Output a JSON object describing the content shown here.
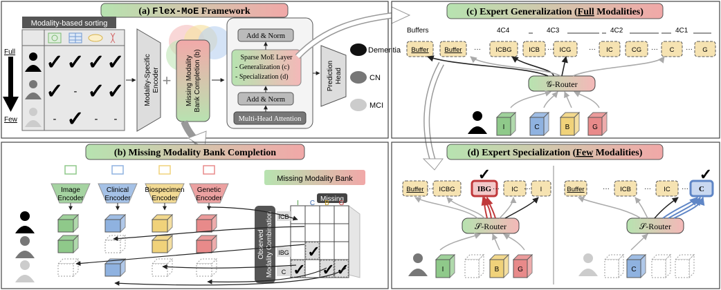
{
  "panel_a": {
    "title_prefix": "(a) ",
    "title_mono": "Flex-MoE",
    "title_suffix": " Framework",
    "sorting_label": "Modality-based sorting",
    "full_label": "Full",
    "few_label": "Few",
    "rows": [
      [
        "✓",
        "✓",
        "✓",
        "✓"
      ],
      [
        "✓",
        "-",
        "✓",
        "✓"
      ],
      [
        "-",
        "✓",
        "-",
        "-"
      ]
    ],
    "encoder_label_1": "Modality-Specific",
    "encoder_label_2": "Encoder",
    "mmbc_label_1": "Missing Modality",
    "mmbc_label_2": "Bank Completion (b)",
    "add_norm_top": "Add & Norm",
    "sparse_line1": "Sparse MoE  Layer",
    "sparse_line2": "- Generalization (c)",
    "sparse_line3": "- Specialization (d)",
    "add_norm_bottom": "Add & Norm",
    "mha": "Multi-Head Attention",
    "pred_1": "Prediction",
    "pred_2": "Head",
    "out_dementia": "Dementia",
    "out_cn": "CN",
    "out_mci": "MCI"
  },
  "panel_b": {
    "title": "(b) Missing Modality Bank Completion",
    "encoders": [
      {
        "l1": "Image",
        "l2": "Encoder",
        "color": "#8fc98a"
      },
      {
        "l1": "Clinical",
        "l2": "Encoder",
        "color": "#8fb2e0"
      },
      {
        "l1": "Biospecimen",
        "l2": "Encoder",
        "color": "#f0d27a"
      },
      {
        "l1": "Genetic",
        "l2": "Encoder",
        "color": "#e88a8a"
      }
    ],
    "bank_label": "Missing Modality Bank",
    "missing_label": "Missing",
    "cols": [
      "I",
      "C",
      "B",
      "G"
    ],
    "row_labels": [
      "ICB",
      "IBG",
      "C"
    ],
    "observed_1": "Observed",
    "observed_2": "Modality Combination"
  },
  "panel_c": {
    "title_pre": "(c) Expert Generalization (",
    "title_u": "Full",
    "title_post": " Modalities)",
    "buffers_label": "Buffers",
    "groups": [
      "4C4",
      "4C3",
      "4C2",
      "4C1"
    ],
    "experts": [
      "Buffer",
      "Buffer",
      "ICBG",
      "ICB",
      "ICG",
      "IC",
      "CG",
      "C",
      "G"
    ],
    "router": "𝒢-Router",
    "tokens": [
      "I",
      "C",
      "B",
      "G"
    ]
  },
  "panel_d": {
    "title_pre": "(d) Expert Specialization (",
    "title_u": "Few",
    "title_post": " Modalities)",
    "left_experts": [
      "Buffer",
      "ICBG",
      "IBG",
      "IC",
      "I"
    ],
    "right_experts": [
      "Buffer",
      "ICB",
      "IC",
      "C"
    ],
    "router": "𝒮-Router",
    "left_tokens": [
      "I",
      "B",
      "G"
    ],
    "right_tokens": [
      "C"
    ]
  },
  "colors": {
    "image": "#8fc98a",
    "clinical": "#8fb2e0",
    "bio": "#f0d27a",
    "genetic": "#e88a8a",
    "expert": "#f6e3b2",
    "accent_red": "#c0393b",
    "accent_blue": "#5f86c6"
  }
}
